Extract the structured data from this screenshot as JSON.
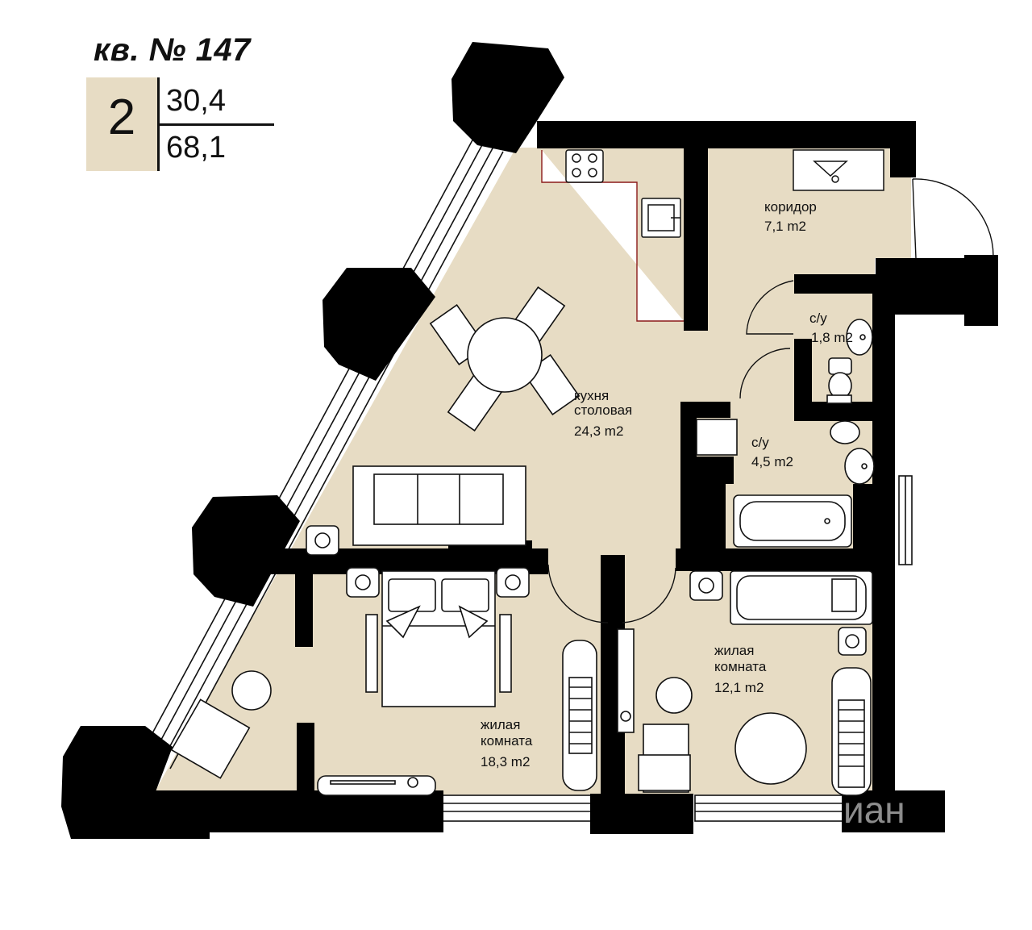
{
  "apartment": {
    "title": "кв. № 147",
    "rooms": "2",
    "living_area": "30,4",
    "total_area": "68,1"
  },
  "rooms": {
    "corridor": {
      "name": "коридор",
      "area": "7,1 m2"
    },
    "wc_small": {
      "name": "с/у",
      "area": "1,8 m2"
    },
    "kitchen": {
      "name_1": "кухня",
      "name_2": "столовая",
      "area": "24,3 m2"
    },
    "bath": {
      "name": "с/у",
      "area": "4,5 m2"
    },
    "living_small": {
      "name_1": "жилая",
      "name_2": "комната",
      "area": "12,1 m2"
    },
    "living_large": {
      "name_1": "жилая",
      "name_2": "комната",
      "area": "18,3 m2"
    }
  },
  "watermark": {
    "text": "иан"
  },
  "colors": {
    "floor": "#e7dcc4",
    "wall": "#000000",
    "accent": "#8b1a1a"
  }
}
